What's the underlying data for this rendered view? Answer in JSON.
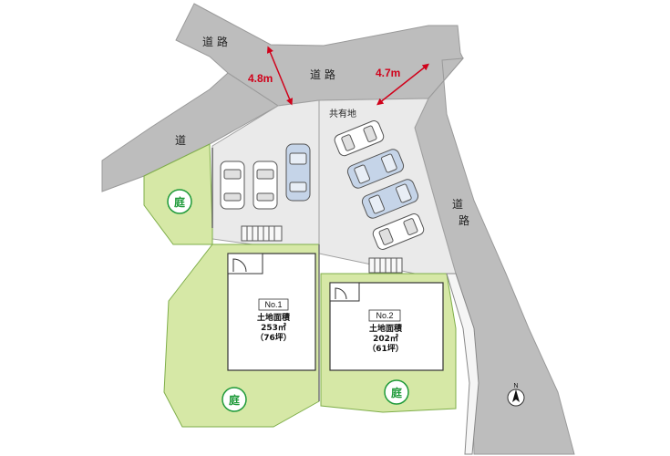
{
  "roads": {
    "upper_left": "道 路",
    "upper_center": "道 路",
    "left": "道",
    "right_top": "道",
    "right_bottom": "路"
  },
  "dimensions": {
    "left_width": "4.8m",
    "right_width": "4.7m"
  },
  "common_land": "共有地",
  "gardens": {
    "label": "庭"
  },
  "lots": [
    {
      "id": "No.1",
      "area_label": "土地面積",
      "area_m2": "253㎡",
      "area_tsubo": "（76坪）"
    },
    {
      "id": "No.2",
      "area_label": "土地面積",
      "area_m2": "202㎡",
      "area_tsubo": "（61坪）"
    }
  ],
  "compass": {
    "label": "N"
  },
  "colors": {
    "road": "#bdbdbd",
    "road_edge": "#9a9a9a",
    "lot_surface": "#e9e9e9",
    "garden": "#d6e8a6",
    "garden_label": "#1f9a3a",
    "dimension": "#d0021b"
  },
  "parking": {
    "common_area_cars": 4,
    "lot_area_cars": 3
  }
}
